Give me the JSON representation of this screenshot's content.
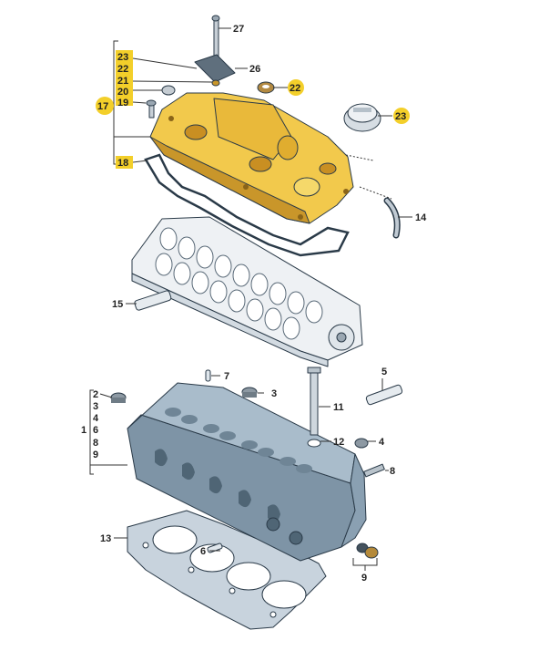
{
  "diagram": {
    "colors": {
      "highlight": "#f3cf2a",
      "cover": "#f2c94c",
      "cover_dark": "#c9962a",
      "head": "#9fb3c4",
      "head_dark": "#6f8596",
      "camshaft": "#e9edf1",
      "outline": "#2a3a48"
    },
    "callouts": {
      "p27": "27",
      "p26": "26",
      "p22": "22",
      "p23_right": "23",
      "p14": "14",
      "p15": "15",
      "p7": "7",
      "p3_top": "3",
      "p5": "5",
      "p11": "11",
      "p12": "12",
      "p4_right": "4",
      "p8_right": "8",
      "p13": "13",
      "p6_bottom": "6",
      "p9_bottom": "9"
    },
    "left_group_cover": {
      "items": [
        "23",
        "22",
        "21",
        "20",
        "19",
        "18"
      ],
      "main": "17"
    },
    "left_group_head": {
      "items": [
        "2",
        "3",
        "4",
        "6",
        "8",
        "9"
      ],
      "main": "1"
    }
  }
}
